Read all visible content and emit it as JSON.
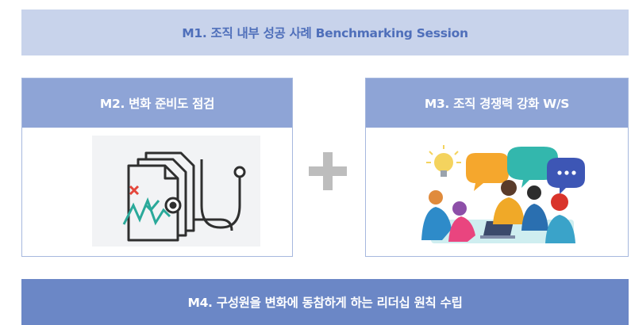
{
  "modules": {
    "m1": {
      "title": "M1. 조직 내부 성공 사례 Benchmarking Session",
      "color": "#c8d3eb"
    },
    "m2": {
      "title": "M2. 변화 준비도 점검",
      "icon": "checkup-chart-icon"
    },
    "m3": {
      "title": "M3. 조직 경쟁력 강화 W/S",
      "icon": "team-discussion-illustration"
    },
    "m4": {
      "title": "M4. 구성원을 변화에 동참하게 하는 리더십 원칙 수립",
      "color": "#6b87c6"
    }
  },
  "connector": {
    "symbol": "plus-icon",
    "color": "#bdbdbd"
  }
}
